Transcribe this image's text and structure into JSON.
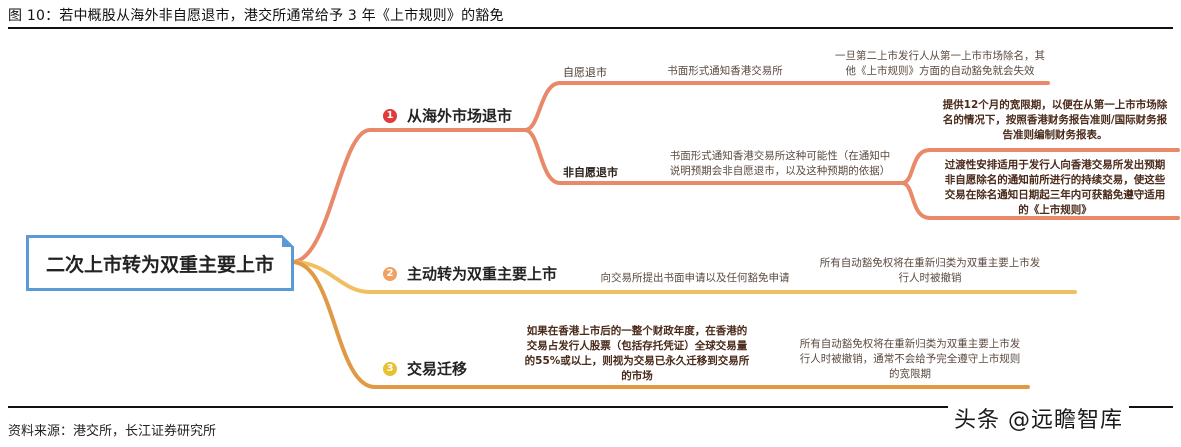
{
  "figure": {
    "title": "图 10：若中概股从海外非自愿退市，港交所通常给予 3 年《上市规则》的豁免",
    "source": "资料来源：港交所，长江证券研究所",
    "watermark": "头条 @远瞻智库"
  },
  "colors": {
    "root_border": "#5b9bd5",
    "branch1": "#e8896a",
    "branch2": "#f0c060",
    "branch3": "#e09a45",
    "num1": "#e03a3a",
    "num2": "#f0a060",
    "num3": "#e8c030"
  },
  "mindmap": {
    "root": {
      "label": "二次上市转为双重主要上市"
    },
    "branches": [
      {
        "number": "1",
        "label": "从海外市场退市",
        "children": [
          {
            "label": "自愿退市",
            "procedure": "书面形式通知香港交易所",
            "outcome": [
              "一旦第二上市发行人从第一上市市场除名，其",
              "他《上市规则》方面的自动豁免就会失效"
            ]
          },
          {
            "label": "非自愿退市",
            "procedure": [
              "书面形式通知香港交易所这种可能性（在通知中",
              "说明预期会非自愿退市，以及这种预期的依据）"
            ],
            "outcomes": [
              [
                "提供12个月的宽限期，以便在从第一上市市场除",
                "名的情况下，按照香港财务报告准则/国际财务报",
                "告准则编制财务报表。"
              ],
              [
                "过渡性安排适用于发行人向香港交易所发出预期",
                "非自愿除名的通知前所进行的持续交易，使这些",
                "交易在除名通知日期起三年内可获豁免遵守适用",
                "的《上市规则》"
              ]
            ]
          }
        ]
      },
      {
        "number": "2",
        "label": "主动转为双重主要上市",
        "procedure": "向交易所提出书面申请以及任何豁免申请",
        "outcome": [
          "所有自动豁免权将在重新归类为双重主要上市发",
          "行人时被撤销"
        ]
      },
      {
        "number": "3",
        "label": "交易迁移",
        "condition": [
          "如果在香港上市后的一整个财政年度，在香港的",
          "交易占发行人股票（包括存托凭证）全球交易量",
          "的55%或以上，则视为交易已永久迁移到交易所",
          "的市场"
        ],
        "outcome": [
          "所有自动豁免权将在重新归类为双重主要上市发",
          "行人时被撤销，通常不会给予完全遵守上市规则",
          "的宽限期"
        ]
      }
    ]
  }
}
